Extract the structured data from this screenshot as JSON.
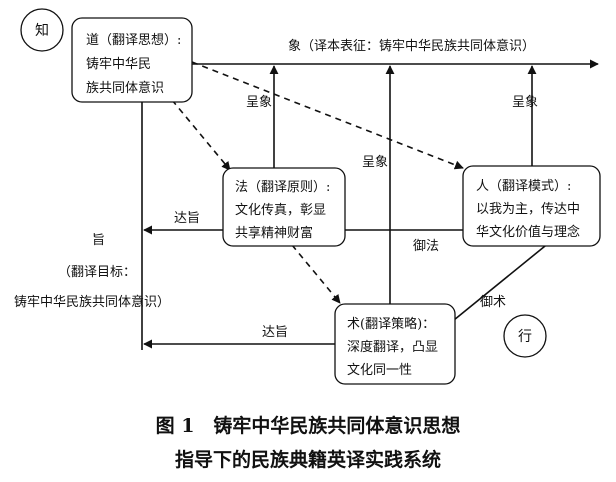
{
  "circles": {
    "know": "知",
    "act": "行"
  },
  "boxes": {
    "dao": [
      "道（翻译思想）:",
      "铸牢中华民",
      "族共同体意识"
    ],
    "fa": [
      "法（翻译原则）:",
      "文化传真，彰显",
      "共享精神财富"
    ],
    "ren": [
      "人（翻译模式）:",
      "以我为主，传达中",
      "华文化价值与理念"
    ],
    "shu": [
      "术(翻译策略)：",
      "深度翻译，凸显",
      "文化同一性"
    ]
  },
  "top_arrow_label": "象（译本表征：铸牢中华民族共同体意识）",
  "labels": {
    "chengxiang_left": "呈象",
    "chengxiang_mid": "呈象",
    "chengxiang_right": "呈象",
    "dazhi_upper": "达旨",
    "dazhi_lower": "达旨",
    "yufa": "御法",
    "yushu": "御术"
  },
  "goal": [
    "旨",
    "（翻译目标：",
    "铸牢中华民族共同体意识）"
  ],
  "caption": [
    "图 1　铸牢中华民族共同体意识思想",
    "指导下的民族典籍英译实践系统"
  ]
}
